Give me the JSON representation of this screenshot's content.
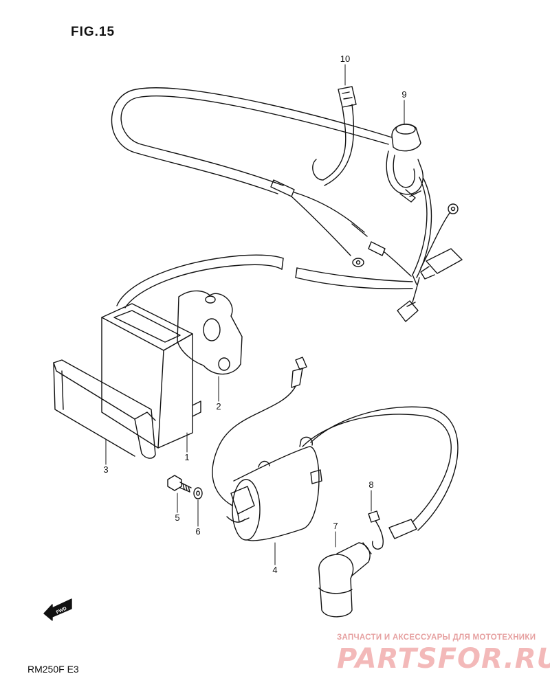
{
  "figure": {
    "title": "FIG.15",
    "model_label": "RM250F  E3",
    "fwd_label": "FWD"
  },
  "parts": [
    {
      "ref": "1",
      "icon": "cdi-unit-icon"
    },
    {
      "ref": "2",
      "icon": "cushion-gasket-icon"
    },
    {
      "ref": "3",
      "icon": "mounting-band-icon"
    },
    {
      "ref": "4",
      "icon": "ignition-coil-icon"
    },
    {
      "ref": "5",
      "icon": "bolt-icon"
    },
    {
      "ref": "6",
      "icon": "washer-icon"
    },
    {
      "ref": "7",
      "icon": "spark-plug-cap-icon"
    },
    {
      "ref": "8",
      "icon": "clip-icon"
    },
    {
      "ref": "9",
      "icon": "engine-stop-switch-icon"
    },
    {
      "ref": "10",
      "icon": "strap-icon"
    }
  ],
  "watermark": {
    "subtitle": "ЗАПЧАСТИ И АКСЕССУАРЫ ДЛЯ МОТОТЕХНИКИ",
    "logo": "PARTSFOR.RU"
  }
}
